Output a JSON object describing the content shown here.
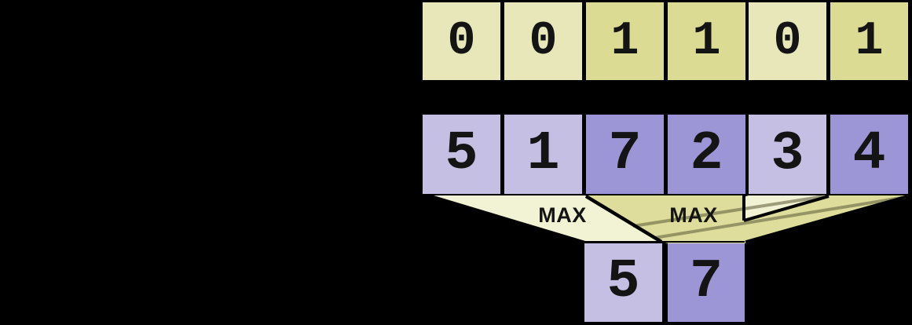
{
  "background": "#000000",
  "mask_row": {
    "cells": [
      {
        "label": "0",
        "variant": "light"
      },
      {
        "label": "0",
        "variant": "light"
      },
      {
        "label": "1",
        "variant": "dark"
      },
      {
        "label": "1",
        "variant": "dark"
      },
      {
        "label": "0",
        "variant": "light"
      },
      {
        "label": "1",
        "variant": "dark"
      }
    ],
    "colors": {
      "light": "#e7e7b9",
      "dark": "#dbdb93"
    }
  },
  "values_row": {
    "cells": [
      {
        "label": "5",
        "variant": "light"
      },
      {
        "label": "1",
        "variant": "light"
      },
      {
        "label": "7",
        "variant": "dark"
      },
      {
        "label": "2",
        "variant": "dark"
      },
      {
        "label": "3",
        "variant": "light"
      },
      {
        "label": "4",
        "variant": "dark"
      }
    ],
    "colors": {
      "light": "#c5bfe4",
      "dark": "#9d96d6"
    }
  },
  "result_row": {
    "cells": [
      {
        "label": "5",
        "variant": "light"
      },
      {
        "label": "7",
        "variant": "dark"
      }
    ],
    "colors": {
      "light": "#c5bfe4",
      "dark": "#9d96d6"
    }
  },
  "operations": {
    "left_label": "MAX",
    "right_label": "MAX"
  },
  "funnels": {
    "cream": "#f2f2d4",
    "yellow": "#dedd9b",
    "text_color": "#141414"
  }
}
